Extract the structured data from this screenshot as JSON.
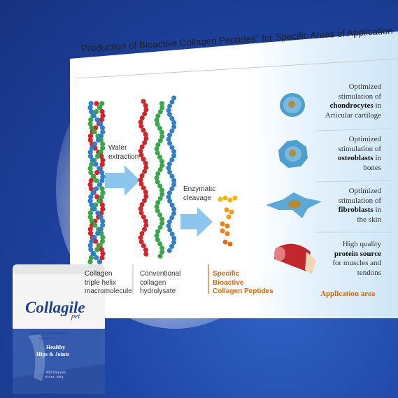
{
  "title": "Production of Bioactive Collagen Peptides",
  "title_mark": "®",
  "title_suffix": " for Specific Areas of Application",
  "steps": {
    "water": [
      "Water",
      "extraction"
    ],
    "enzyme": [
      "Enzymatic",
      "cleavage"
    ]
  },
  "columns": {
    "collagen": [
      "Collagen",
      "triple helix",
      "macromolecule"
    ],
    "hydrolysate": [
      "Conventional",
      "collagen",
      "hydrolysate"
    ],
    "specific": [
      "Specific",
      "Bioactive",
      "Collagen Peptides"
    ]
  },
  "applications": [
    {
      "pre": "Optimized",
      "mid": "stimulation of",
      "bold": "chondrocytes",
      "post": " in",
      "last": "Articular cartilage"
    },
    {
      "pre": "Optimized",
      "mid": "stimulation of",
      "bold": "osteoblasts",
      "post": " in",
      "last": "bones"
    },
    {
      "pre": "Optimized",
      "mid": "stimulation of",
      "bold": "fibroblasts",
      "post": " in",
      "last": "the skin"
    },
    {
      "pre": "High quality",
      "mid": "",
      "bold": "protein source",
      "post": "",
      "last2": "for muscles and",
      "last": "tendons"
    }
  ],
  "application_area": "Application area",
  "product": {
    "brand": "Collagile",
    "sub": "pet",
    "line1": "BIOACTIVE PEPTIDES",
    "line2": "feeding stuff",
    "tag1": "Healthy",
    "tag2": "Hips & Joints",
    "weight": "NET WEIGHT:",
    "weight_val": "10.6 oz | 300 g"
  },
  "colors": {
    "background": "#1f46a6",
    "red": "#d0252b",
    "green": "#3aa64a",
    "blue": "#2f7fcc",
    "orange": "#d06a10",
    "arrow": "#8cc6ec"
  }
}
